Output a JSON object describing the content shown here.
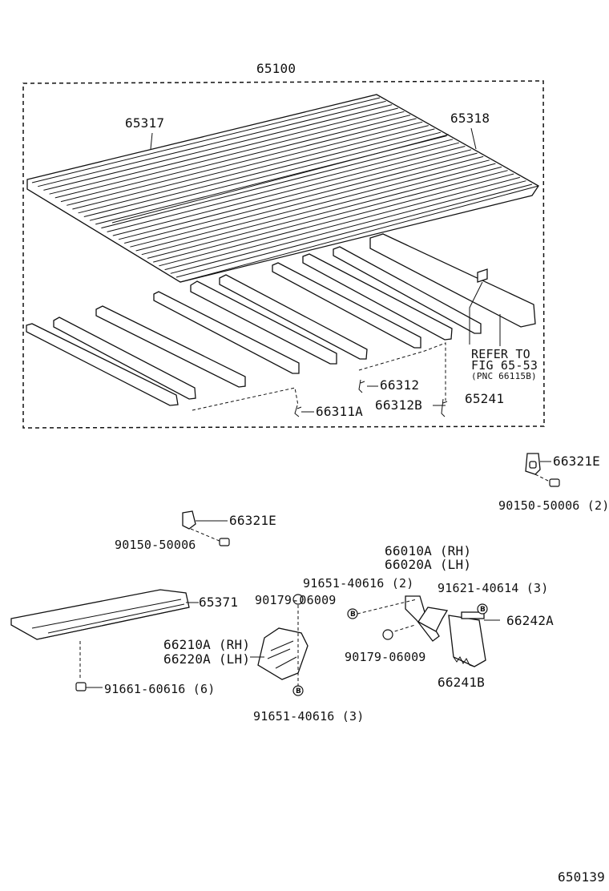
{
  "labels": {
    "p65100": "65100",
    "p65317": "65317",
    "p65318": "65318",
    "p66312": "66312",
    "p66311a": "66311A",
    "p66312b": "66312B",
    "p65241": "65241",
    "refer1": "REFER TO",
    "refer2": "FIG 65-53",
    "refer3": "(PNC 66115B)",
    "p66321e_a": "66321E",
    "p90150_a": "90150-50006 (2)",
    "p66321e_b": "66321E",
    "p90150_b": "90150-50006",
    "p66010a": "66010A (RH)",
    "p66020a": "66020A (LH)",
    "p91651_2": "91651-40616 (2)",
    "p90179_a": "90179-06009",
    "p91621": "91621-40614 (3)",
    "p65371": "65371",
    "p66242a": "66242A",
    "p66210a": "66210A (RH)",
    "p66220a": "66220A (LH)",
    "p90179_b": "90179-06009",
    "p66241b": "66241B",
    "p91661": "91661-60616 (6)",
    "p91651_3": "91651-40616 (3)",
    "figure_id": "650139"
  },
  "symbol": "B"
}
